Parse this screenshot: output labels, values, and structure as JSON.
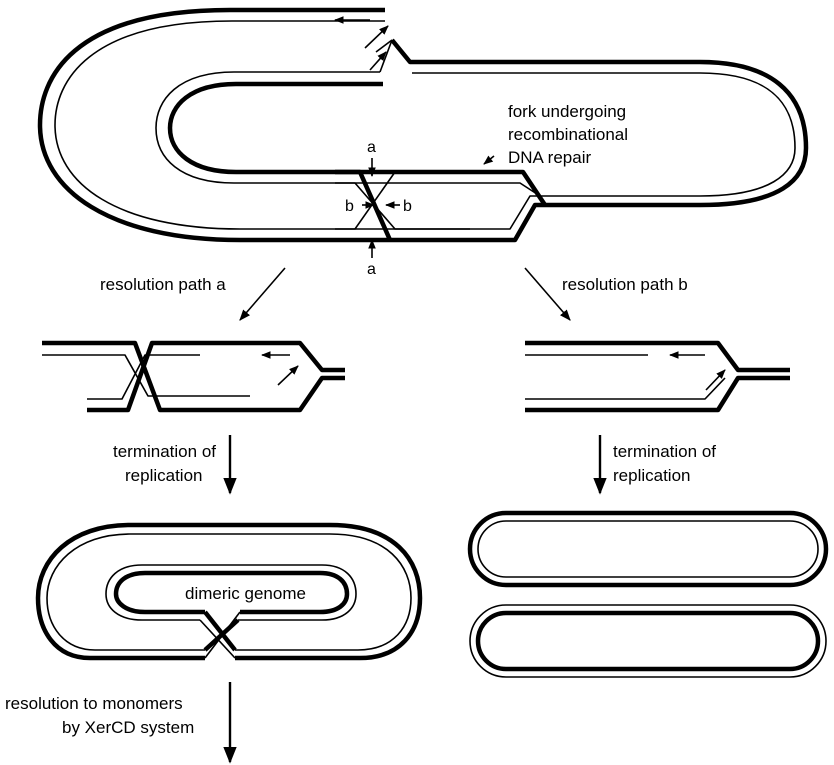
{
  "labels": {
    "fork_line1": "fork undergoing",
    "fork_line2": "recombinational",
    "fork_line3": "DNA repair",
    "a_top": "a",
    "a_bottom": "a",
    "b_left": "b",
    "b_right": "b",
    "path_a": "resolution path a",
    "path_b": "resolution path b",
    "term_a_line1": "termination of",
    "term_a_line2": "replication",
    "term_b_line1": "termination of",
    "term_b_line2": "replication",
    "dimeric": "dimeric genome",
    "resolve_line1": "resolution to monomers",
    "resolve_line2": "by XerCD system"
  }
}
